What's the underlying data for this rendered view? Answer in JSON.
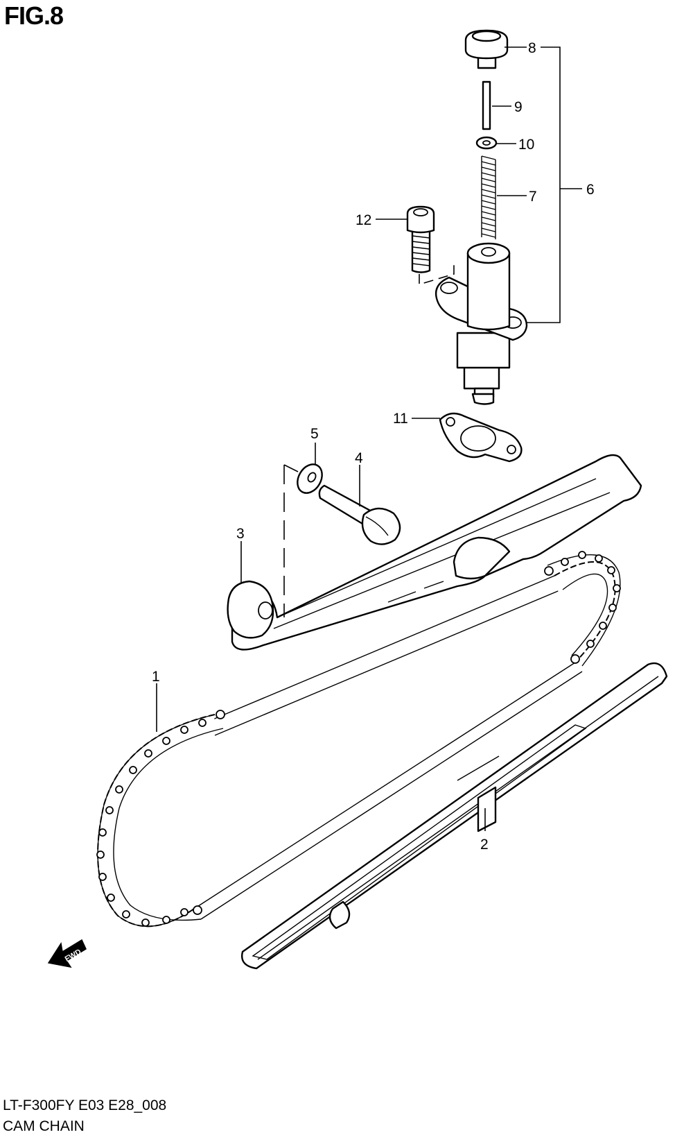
{
  "figure": {
    "title": "FIG.8",
    "footer_code": "LT-F300FY E03 E28_008",
    "footer_name": "CAM CHAIN",
    "fwd_label": "FWD"
  },
  "callouts": [
    {
      "id": "1",
      "label": "1"
    },
    {
      "id": "2",
      "label": "2"
    },
    {
      "id": "3",
      "label": "3"
    },
    {
      "id": "4",
      "label": "4"
    },
    {
      "id": "5",
      "label": "5"
    },
    {
      "id": "6",
      "label": "6"
    },
    {
      "id": "7",
      "label": "7"
    },
    {
      "id": "8",
      "label": "8"
    },
    {
      "id": "9",
      "label": "9"
    },
    {
      "id": "10",
      "label": "10"
    },
    {
      "id": "11",
      "label": "11"
    },
    {
      "id": "12",
      "label": "12"
    }
  ]
}
